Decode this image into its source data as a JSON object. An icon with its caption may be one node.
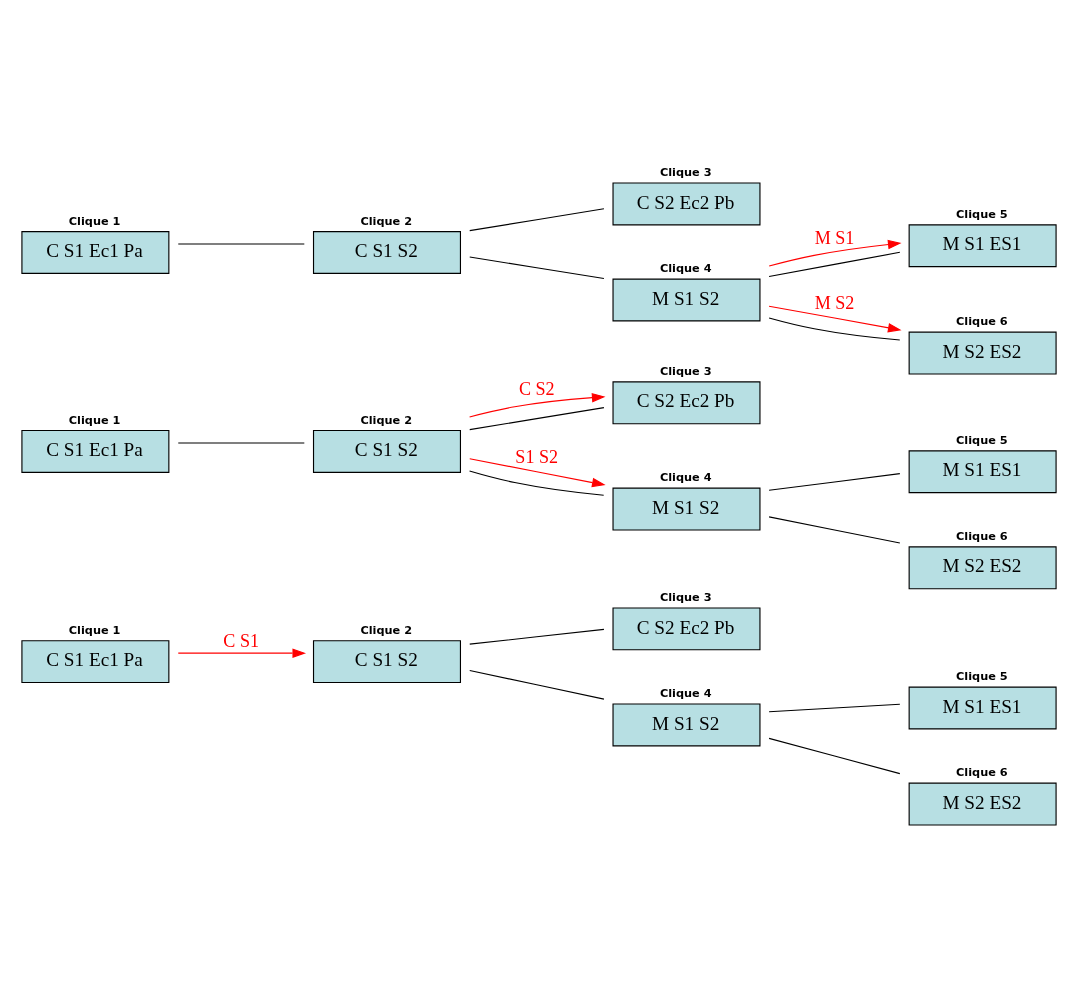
{
  "diagram": {
    "nodes": [
      {
        "text": [
          "Clique 1",
          "C S1 Ec1 Pa"
        ]
      },
      {
        "text": [
          "Clique 2",
          "C S1 S2"
        ]
      },
      {
        "text": [
          "Clique 3",
          "C S2 Ec2 Pb"
        ]
      },
      {
        "text": [
          "Clique 4",
          "M S1 S2"
        ]
      },
      {
        "text": [
          "Clique 5",
          "M S1 ES1"
        ]
      },
      {
        "text": [
          "Clique 6",
          "M S2 ES2"
        ]
      },
      {
        "text": [
          "Clique 1",
          "C S1 Ec1 Pa"
        ]
      },
      {
        "text": [
          "Clique 2",
          "C S1 S2"
        ]
      },
      {
        "text": [
          "Clique 3",
          "C S2 Ec2 Pb"
        ]
      },
      {
        "text": [
          "Clique 4",
          "M S1 S2"
        ]
      },
      {
        "text": [
          "Clique 5",
          "M S1 ES1"
        ]
      },
      {
        "text": [
          "Clique 6",
          "M S2 ES2"
        ]
      },
      {
        "text": [
          "Clique 1",
          "C S1 Ec1 Pa"
        ]
      },
      {
        "text": [
          "Clique 2",
          "C S1 S2"
        ]
      },
      {
        "text": [
          "Clique 3",
          "C S2 Ec2 Pb"
        ]
      },
      {
        "text": [
          "Clique 4",
          "M S1 S2"
        ]
      },
      {
        "text": [
          "Clique 5",
          "M S1 ES1"
        ]
      },
      {
        "text": [
          "Clique 6",
          "M S2 ES2"
        ]
      }
    ],
    "edges": [
      {
        "from": 0,
        "to": 1,
        "arrow": "to",
        "label": "C S1",
        "color": "#ff0000"
      },
      {
        "from": 1,
        "to": 2,
        "arrow": "none"
      },
      {
        "from": 1,
        "to": 3,
        "arrow": "none"
      },
      {
        "from": 3,
        "to": 4,
        "arrow": "none"
      },
      {
        "from": 3,
        "to": 5,
        "arrow": "none"
      },
      {
        "from": 6,
        "to": 7,
        "arrow": "none"
      },
      {
        "from": 7,
        "to": 8,
        "arrow": "to",
        "label": "C S2",
        "color": "#ff0000"
      },
      {
        "from": 7,
        "to": 8,
        "arrow": "none"
      },
      {
        "from": 7,
        "to": 9,
        "arrow": "to",
        "label": "S1 S2",
        "color": "#ff0000"
      },
      {
        "from": 7,
        "to": 9,
        "arrow": "none"
      },
      {
        "from": 9,
        "to": 10,
        "arrow": "none"
      },
      {
        "from": 9,
        "to": 11,
        "arrow": "none"
      },
      {
        "from": 12,
        "to": 13,
        "arrow": "none"
      },
      {
        "from": 13,
        "to": 14,
        "arrow": "none"
      },
      {
        "from": 13,
        "to": 15,
        "arrow": "none"
      },
      {
        "from": 15,
        "to": 16,
        "arrow": "to",
        "label": "M S1",
        "color": "#ff0000"
      },
      {
        "from": 15,
        "to": 16,
        "arrow": "none"
      },
      {
        "from": 15,
        "to": 17,
        "arrow": "to",
        "label": "M S2",
        "color": "#ff0000"
      },
      {
        "from": 15,
        "to": 17,
        "arrow": "none"
      }
    ]
  }
}
